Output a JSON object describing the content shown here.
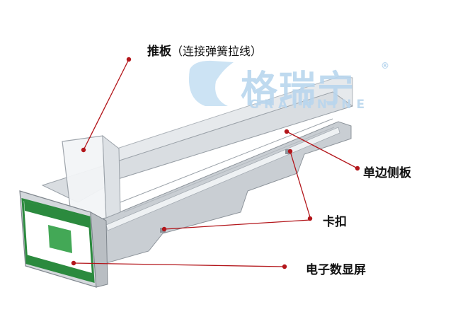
{
  "labels": {
    "pusher_main": "推板",
    "pusher_note": "（连接弹簧拉线）",
    "side_panel": "单边侧板",
    "clip": "卡扣",
    "display": "电子数显屏"
  },
  "logo": {
    "cn": "格瑞宁",
    "en": "GRAINNINE",
    "reg": "®"
  },
  "colors": {
    "leader": "#b3161b",
    "label": "#111111",
    "logo": "#b9d6ee",
    "screen_green": "#2b8a3e"
  }
}
